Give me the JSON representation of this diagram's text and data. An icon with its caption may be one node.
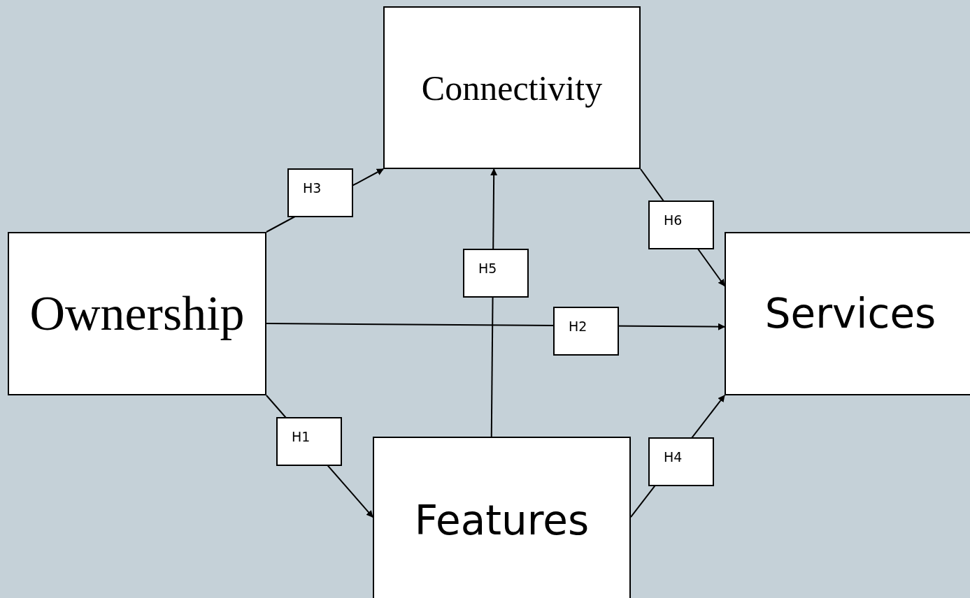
{
  "diagram": {
    "nodes": [
      {
        "text": [
          "Connectivity"
        ]
      },
      {
        "text": [
          "Ownership"
        ]
      },
      {
        "text": [
          "Services"
        ]
      },
      {
        "text": [
          "Features"
        ]
      }
    ],
    "edges": [
      {
        "from": 1,
        "to": 3,
        "arrow": "to",
        "label": "H1"
      },
      {
        "from": 1,
        "to": 2,
        "arrow": "to",
        "label": "H2"
      },
      {
        "from": 1,
        "to": 0,
        "arrow": "to",
        "label": "H3"
      },
      {
        "from": 3,
        "to": 2,
        "arrow": "to",
        "label": "H4"
      },
      {
        "from": 3,
        "to": 0,
        "arrow": "to",
        "label": "H5"
      },
      {
        "from": 0,
        "to": 2,
        "arrow": "to",
        "label": "H6"
      }
    ]
  }
}
